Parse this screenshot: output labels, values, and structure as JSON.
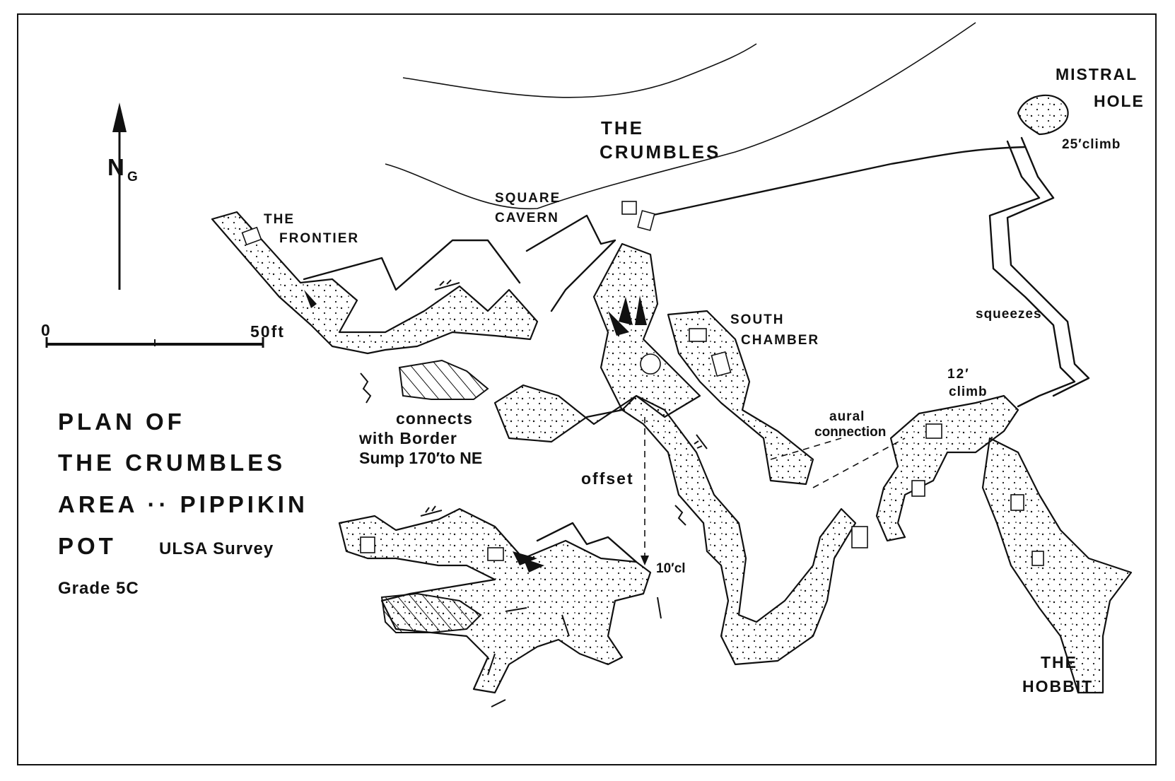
{
  "map": {
    "title_lines": [
      "PLAN OF",
      "THE CRUMBLES",
      "AREA ·· PIPPIKIN",
      "POT"
    ],
    "survey_credit": "ULSA Survey",
    "grade": "Grade 5C",
    "north_label": "N",
    "north_subscript": "G",
    "scale": {
      "start_label": "0",
      "end_label": "50ft",
      "length_ft": 50
    }
  },
  "labels": {
    "crumbles_1": "THE",
    "crumbles_2": "CRUMBLES",
    "square_1": "SQUARE",
    "square_2": "CAVERN",
    "frontier_1": "THE",
    "frontier_2": "FRONTIER",
    "south_1": "SOUTH",
    "south_2": "CHAMBER",
    "mistral_1": "MISTRAL",
    "mistral_2": "HOLE",
    "climb25": "25′climb",
    "squeezes": "squeezes",
    "climb12_1": "12′",
    "climb12_2": "climb",
    "aural_1": "aural",
    "aural_2": "connection",
    "connects_1": "connects",
    "connects_2": "with Border",
    "connects_3": "Sump 170′to NE",
    "offset": "offset",
    "cl10": "10′cl",
    "hobbit_1": "THE",
    "hobbit_2": "HOBBIT"
  }
}
